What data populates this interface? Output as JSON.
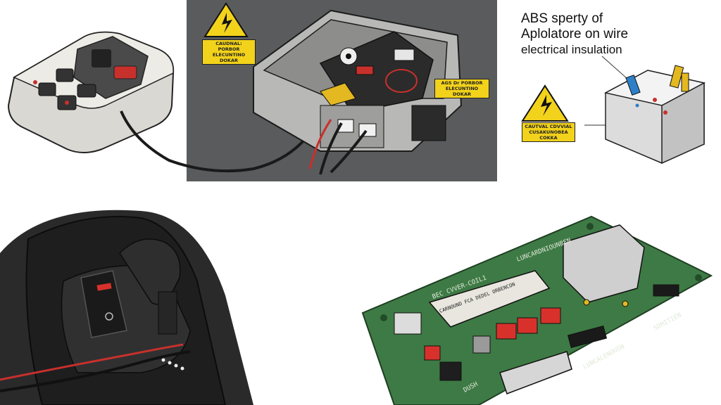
{
  "top_right": {
    "heading_line1": "ABS sperty of",
    "heading_line2": "Aplolatore on wire",
    "heading_line3": "electrical insulation",
    "warning_label": "CAUTVAL CDVVIAL CUSAKUNOBEA COKKA"
  },
  "top_center": {
    "warning_label_left": "CAUDNAL: PORBOR ELECUNTINO DOKAR",
    "warning_label_right": "AGS Dr PORBOR ELECUNTINO DOKAR"
  },
  "bottom_right": {
    "board_title": "BEC CVVER-COIL1",
    "board_label_top": "LUNCARDNIOUNBEN",
    "board_label_panel": "CARNOUND FCA DEDEL ORBENCON",
    "board_label_bottom": "LUNCALENOUSN",
    "board_label_right": "SDMITIEN",
    "board_label_corner": "DUSH"
  },
  "colors": {
    "dark_panel": "#5a5b5d",
    "warning_yellow": "#f2d21b",
    "pcb_green": "#3e7a45",
    "switch_red": "#d8312c"
  }
}
